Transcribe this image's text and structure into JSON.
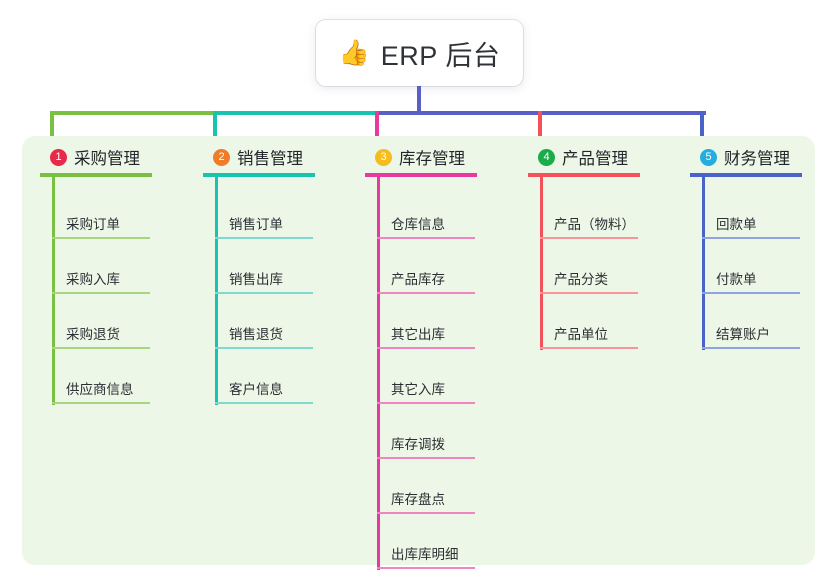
{
  "root": {
    "icon": "thumbs-up-icon",
    "icon_glyph": "👍",
    "title": "ERP 后台",
    "stem_color": "#5a5fc7"
  },
  "panel": {
    "background": "#edf7e8"
  },
  "columns": [
    {
      "index": "1",
      "badge_label": "1",
      "badge_color": "#e8294a",
      "title": "采购管理",
      "line_color": "#7ac143",
      "leaf_line_color": "#a8d57e",
      "bus_color": "#7ac143",
      "items": [
        "采购订单",
        "采购入库",
        "采购退货",
        "供应商信息"
      ]
    },
    {
      "index": "2",
      "badge_label": "2",
      "badge_color": "#f07c28",
      "title": "销售管理",
      "line_color": "#17c4b0",
      "leaf_line_color": "#7fd9ce",
      "bus_color": "#17c4b0",
      "items": [
        "销售订单",
        "销售出库",
        "销售退货",
        "客户信息"
      ]
    },
    {
      "index": "3",
      "badge_label": "3",
      "badge_color": "#f6bb1c",
      "title": "库存管理",
      "line_color": "#e8399f",
      "leaf_line_color": "#ef85c2",
      "bus_color": "#5a5fc7",
      "items": [
        "仓库信息",
        "产品库存",
        "其它出库",
        "其它入库",
        "库存调拨",
        "库存盘点",
        "出库库明细"
      ]
    },
    {
      "index": "4",
      "badge_label": "4",
      "badge_color": "#1aab4a",
      "title": "产品管理",
      "line_color": "#f4525a",
      "leaf_line_color": "#f8949a",
      "bus_color": "#5a5fc7",
      "items": [
        "产品（物料）",
        "产品分类",
        "产品单位"
      ]
    },
    {
      "index": "5",
      "badge_label": "5",
      "badge_color": "#26acdf",
      "title": "财务管理",
      "line_color": "#4a63c8",
      "leaf_line_color": "#92a4e0",
      "bus_color": "#5a5fc7",
      "items": [
        "回款单",
        "付款单",
        "结算账户"
      ]
    }
  ]
}
